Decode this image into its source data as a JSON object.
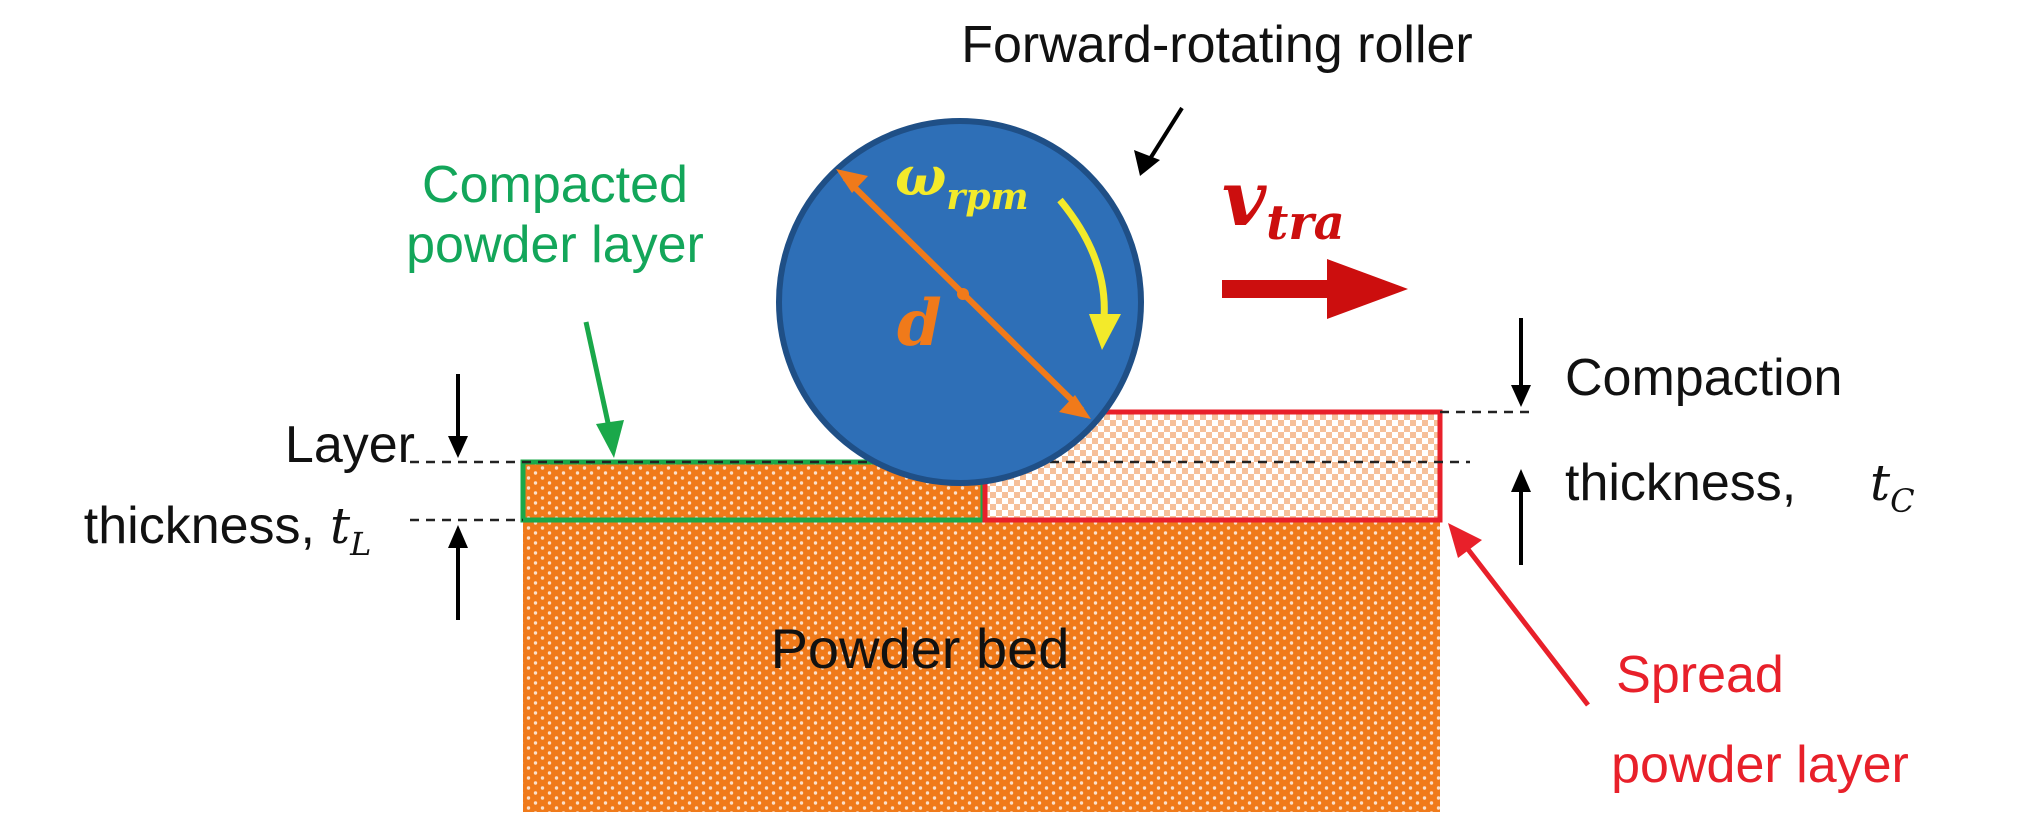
{
  "labels": {
    "roller": "Forward-rotating roller",
    "compacted_line1": "Compacted",
    "compacted_line2": "powder layer",
    "layer_line1": "Layer",
    "layer_line2": "thickness,",
    "compaction_line1": "Compaction",
    "compaction_line2": "thickness,",
    "powder_bed": "Powder bed",
    "spread_line1": "Spread",
    "spread_line2": "powder layer"
  },
  "symbols": {
    "omega_main": "ω",
    "omega_sub": "rpm",
    "diameter": "d",
    "velocity_main": "v",
    "velocity_sub": "tra",
    "tL_main": "t",
    "tL_sub": "L",
    "tC_main": "t",
    "tC_sub": "C"
  },
  "colors": {
    "roller_fill": "#2e6fb7",
    "roller_stroke": "#1f4f86",
    "powder": "#f07a1a",
    "compacted_border": "#1aa84a",
    "compacted_text": "#13a65a",
    "spread_border": "#e8202a",
    "spread_text": "#e8202a",
    "velocity": "#cc0e0e",
    "omega": "#f3ea2a",
    "diameter": "#f07a1a"
  }
}
